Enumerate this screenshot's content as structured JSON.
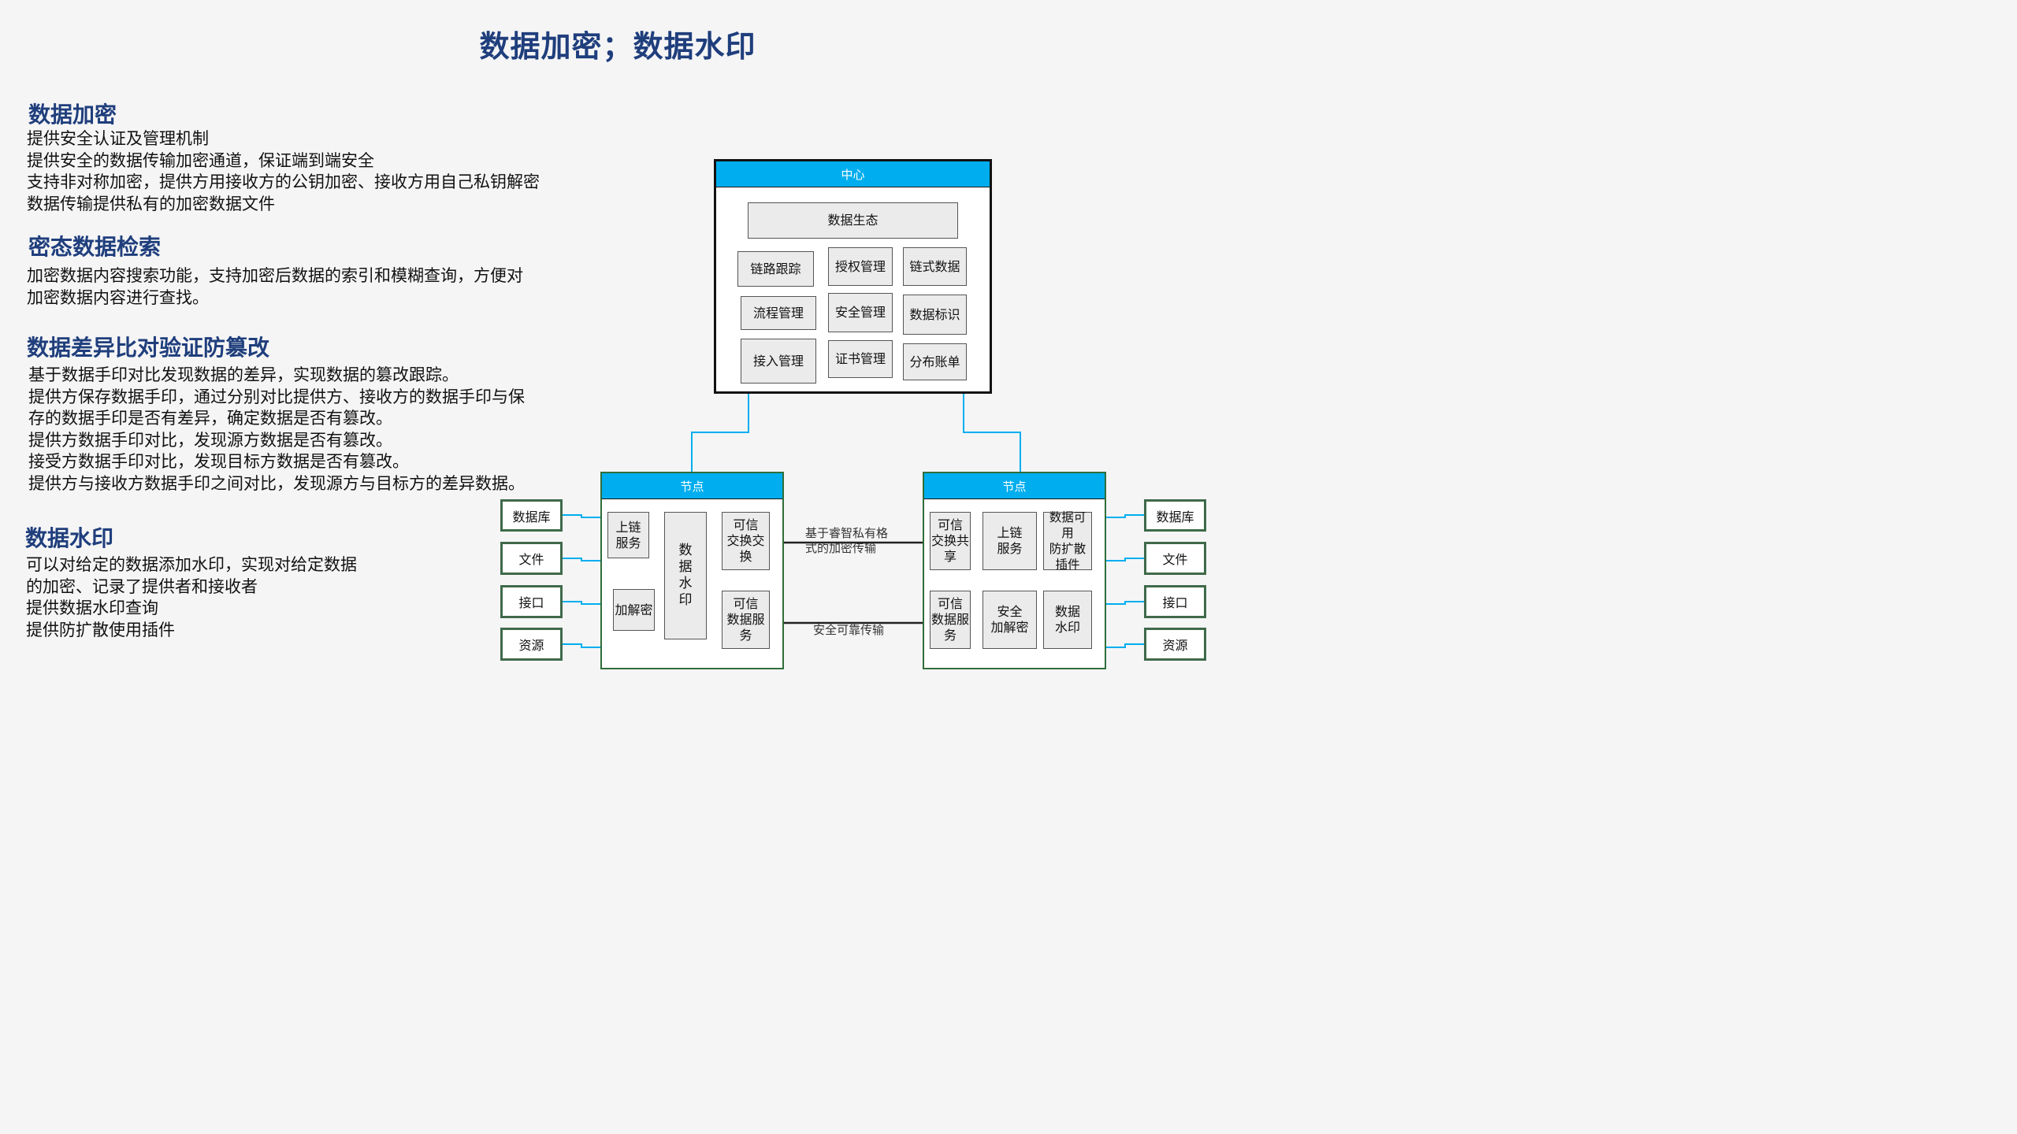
{
  "page_title": "数据加密；数据水印",
  "sections": [
    {
      "heading": "数据加密",
      "lines": [
        "提供安全认证及管理机制",
        "提供安全的数据传输加密通道，保证端到端安全",
        "支持非对称加密，提供方用接收方的公钥加密、接收方用自己私钥解密",
        "数据传输提供私有的加密数据文件"
      ]
    },
    {
      "heading": "密态数据检索",
      "lines": [
        "加密数据内容搜索功能，支持加密后数据的索引和模糊查询，方便对",
        "加密数据内容进行查找。"
      ]
    },
    {
      "heading": "数据差异比对验证防篡改",
      "lines": [
        "基于数据手印对比发现数据的差异，实现数据的篡改跟踪。",
        "提供方保存数据手印，通过分别对比提供方、接收方的数据手印与保",
        "存的数据手印是否有差异，确定数据是否有篡改。",
        "提供方数据手印对比，发现源方数据是否有篡改。",
        "接受方数据手印对比，发现目标方数据是否有篡改。",
        "提供方与接收方数据手印之间对比，发现源方与目标方的差异数据。"
      ]
    },
    {
      "heading": "数据水印",
      "lines": [
        "可以对给定的数据添加水印，实现对给定数据",
        "的加密、记录了提供者和接收者",
        "提供数据水印查询",
        "提供防扩散使用插件"
      ]
    }
  ],
  "diagram": {
    "center": {
      "title": "中心",
      "eco": "数据生态",
      "modules": [
        "链路跟踪",
        "授权管理",
        "链式数据",
        "流程管理",
        "安全管理",
        "数据标识",
        "接入管理",
        "证书管理",
        "分布账单"
      ]
    },
    "left_node": {
      "title": "节点",
      "uplink": "上链\n服务",
      "crypto": "加解密",
      "watermark": "数\n据\n水\n印",
      "trusted_exchange": "可信\n交换交换",
      "trusted_service": "可信\n数据服务"
    },
    "right_node": {
      "title": "节点",
      "trusted_share": "可信\n交换共享",
      "uplink": "上链\n服务",
      "anti_spread": "数据可用\n防扩散插件",
      "trusted_service": "可信\n数据服务",
      "secure_crypto": "安全\n加解密",
      "watermark": "数据\n水印"
    },
    "sources_left": [
      "数据库",
      "文件",
      "接口",
      "资源"
    ],
    "sources_right": [
      "数据库",
      "文件",
      "接口",
      "资源"
    ],
    "link_top_label": "基于睿智私有格\n式的加密传输",
    "link_bottom_label": "安全可靠传输",
    "colors": {
      "accent_bar": "#00aeef",
      "heading": "#1f3e7c",
      "node_border": "#2f6e3a",
      "line": "#00aeef"
    }
  }
}
